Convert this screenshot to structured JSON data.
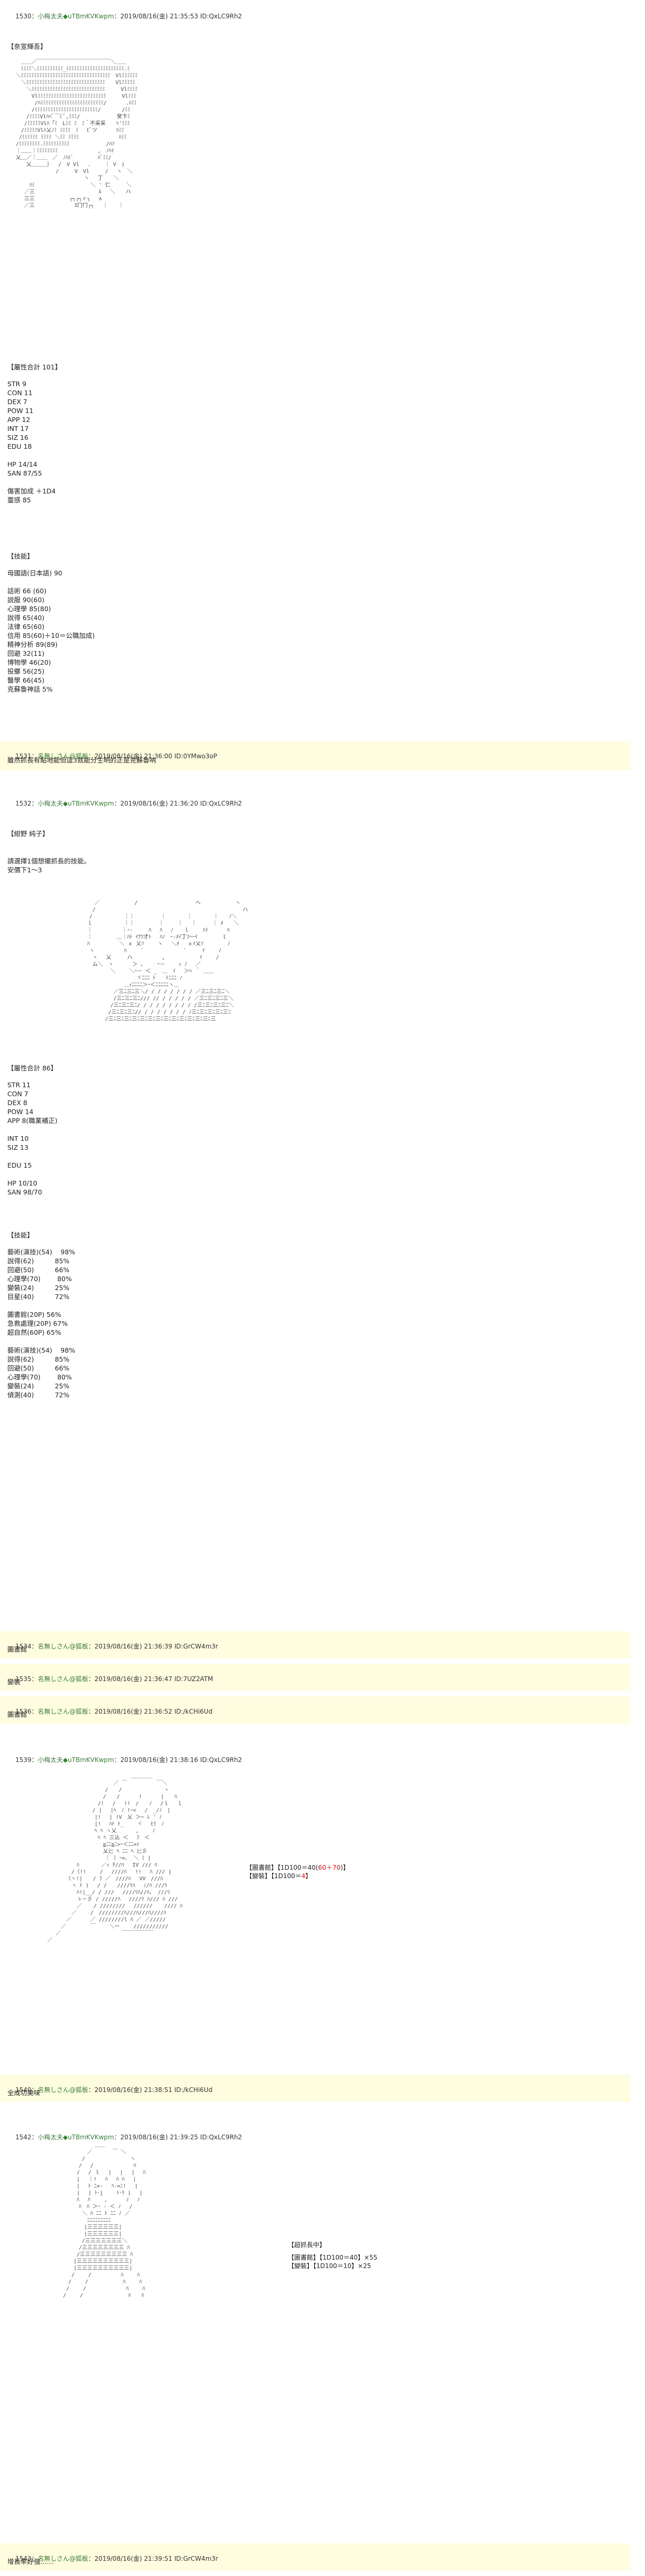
{
  "posts": [
    {
      "header": "1530：",
      "name": "小梅太夫",
      "trip": "◆uTBmKVKwpm",
      "meta": "：2019/08/16(金) 21:35:53 ID:QxLC9Rh2",
      "title": "【奈宣輝吾】",
      "stats_title": "【屬性合計 101】",
      "stats": "STR 9\nCON 11\nDEX 7\nPOW 11\nAPP 12\nINT 17\nSIZ 16\nEDU 18\n\nHP 14/14\nSAN 87/55\n\n傷害加成 ＋1D4\n靈感 85",
      "skills_title": "【技能】",
      "skills": "母國語(日本語) 90\n\n話術 66 (60)\n説服 90(60)\n心理學 85(80)\n說得 65(40)\n法律 65(60)\n信用 85(60)＋10＝公職加成)\n精神分析 89(89)\n回避 32(11)\n博物學 46(20)\n投擲 56(25)\n醫學 66(45)\n克蘇魯神話 5%"
    },
    {
      "header": "1531：",
      "name": "名無しさん@狐板",
      "meta": "：2019/08/16(金) 21:36:00 ID:0YMwo3oP",
      "text": "雖然抓長有點地能但這3就能分生明的正是克蘇魯呐"
    },
    {
      "header": "1532：",
      "name": "小梅太夫",
      "trip": "◆uTBmKVKwpm",
      "meta": "：2019/08/16(金) 21:36:20 ID:QxLC9Rh2",
      "title": "【紺野 純子】",
      "intro": "請選擇1個想擺抓長的技能。\n安價下1～3",
      "stats_title": "【屬性合計 86】",
      "stats": "STR 11\nCON 7\nDEX 8\nPOW 14\nAPP 8(職業補正)\n\nINT 10\nSIZ 13\n\nEDU 15\n\nHP 10/10\nSAN 98/70",
      "skills_title": "【技能】",
      "skills": "藝術(演技)(54)    98%\n說得(62)          85%\n回避(50)          66%\n心理學(70)        80%\n變裝(24)          25%\n目星(40)          72%\n\n圖書館(20P) 56%\n急救處理(20P) 67%\n超自然(60P) 65%\n\n藝術(演技)(54)    98%\n說得(62)          85%\n回避(50)          66%\n心理學(70)        80%\n變裝(24)          25%\n偵測(40)          72%"
    },
    {
      "header": "1534：",
      "name": "名無しさん@狐板",
      "meta": "：2019/08/16(金) 21:36:39 ID:GrCW4m3r",
      "text": "圖書館"
    },
    {
      "header": "1535：",
      "name": "名無しさん@狐板",
      "meta": "：2019/08/16(金) 21:36:47 ID:7UZ2ATM",
      "text": "變裝"
    },
    {
      "header": "1536：",
      "name": "名無しさん@狐板",
      "meta": "：2019/08/16(金) 21:36:52 ID:/kCHi6Ud",
      "text": "圖書館"
    },
    {
      "header": "1539：",
      "name": "小梅太夫",
      "trip": "◆uTBmKVKwpm",
      "meta": "：2019/08/16(金) 21:38:16 ID:QxLC9Rh2",
      "side1": "【圖書館】【1D100＝40(",
      "side1_red": "60＋70",
      "side1_end": ")】",
      "side2": "【變裝】【1D100＝",
      "side2_red": "4",
      "side2_end": "】"
    },
    {
      "header": "1540：",
      "name": "名無しさん@狐板",
      "meta": "：2019/08/16(金) 21:38:51 ID:/kCHi6Ud",
      "text": "全成功美味"
    },
    {
      "header": "1542：",
      "name": "小梅太夫",
      "trip": "◆uTBmKVKwpm",
      "meta": "：2019/08/16(金) 21:39:25 ID:QxLC9Rh2",
      "side_title": "【超抓長中】",
      "side1": "【圖書館】【1D100＝40】×55",
      "side2": "【變裝】【1D100＝10】×25"
    },
    {
      "header": "1543：",
      "name": "名無しさん@狐板",
      "meta": "：2019/08/16(金) 21:39:51 ID:GrCW4m3r",
      "text": "增長率好強……"
    }
  ],
  "colors": {
    "highlight": "#fffde0",
    "trip": "#3b7d3b",
    "dice_red": "#e00000"
  }
}
